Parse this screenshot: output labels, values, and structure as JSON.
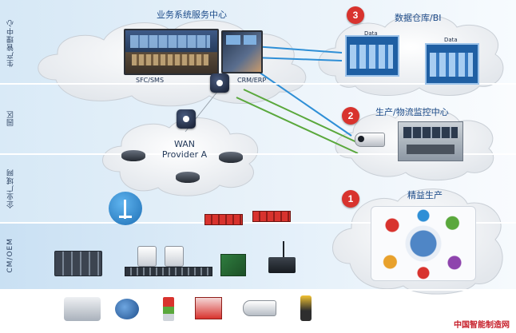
{
  "layers": [
    {
      "label": "生产管理中心"
    },
    {
      "label": "园区"
    },
    {
      "label": "企业广域网"
    },
    {
      "label": "CM/OEM"
    }
  ],
  "labels": {
    "business_center": "业务系统服务中心",
    "sfc": "SFC/SMS",
    "crm": "CRM/ERP",
    "warehouse": "数据仓库/BI",
    "data1": "Data",
    "data2": "Data",
    "monitoring": "生产/物流监控中心",
    "lean": "精益生产",
    "wan": "WAN",
    "provider": "Provider A"
  },
  "markers": [
    "3",
    "2",
    "1"
  ],
  "watermark": "中国智能制造网",
  "colors": {
    "band": "#dcecf8",
    "accent_red": "#d8332e",
    "line_blue": "#2f8fd6",
    "line_green": "#5aa83c"
  }
}
